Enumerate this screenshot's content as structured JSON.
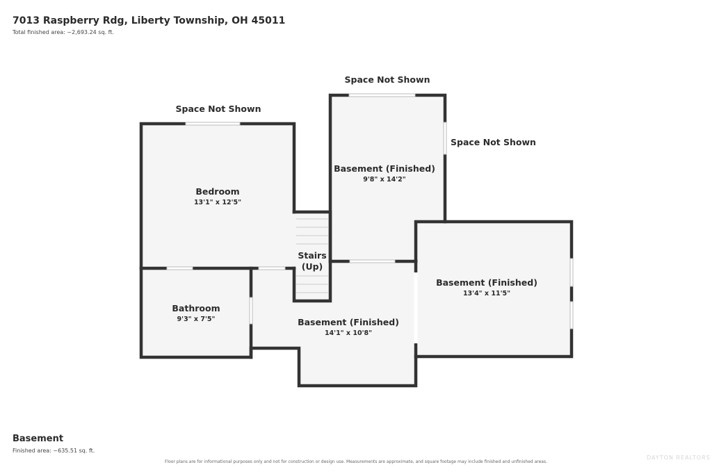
{
  "header": {
    "address": "7013 Raspberry Rdg, Liberty Township, OH 45011",
    "total_area": "Total finished area: ~2,693.24 sq. ft."
  },
  "floor": {
    "name": "Basement",
    "area": "Finished area: ~635.51 sq. ft."
  },
  "disclaimer": "Floor plans are for informational purposes only and not for construction or design use. Measurements are approximate, and square footage may include finished and unfinished areas.",
  "brand": "DAYTON REALTORS",
  "rooms": {
    "bedroom": {
      "name": "Bedroom",
      "dims": "13'1\" x 12'5\""
    },
    "bathroom": {
      "name": "Bathroom",
      "dims": "9'3\" x 7'5\""
    },
    "stairs": {
      "line1": "Stairs",
      "line2": "(Up)"
    },
    "basement_top": {
      "name": "Basement (Finished)",
      "dims": "9'8\" x 14'2\""
    },
    "basement_right": {
      "name": "Basement (Finished)",
      "dims": "13'4\" x 11'5\""
    },
    "basement_center": {
      "name": "Basement (Finished)",
      "dims": "14'1\" x 10'8\""
    }
  },
  "outside_labels": {
    "above_bedroom": "Space Not Shown",
    "above_basement_top": "Space Not Shown",
    "right_of_basement_top": "Space Not Shown"
  },
  "colors": {
    "wall": "#333333",
    "floor": "#f5f5f5",
    "window": "#ffffff"
  }
}
